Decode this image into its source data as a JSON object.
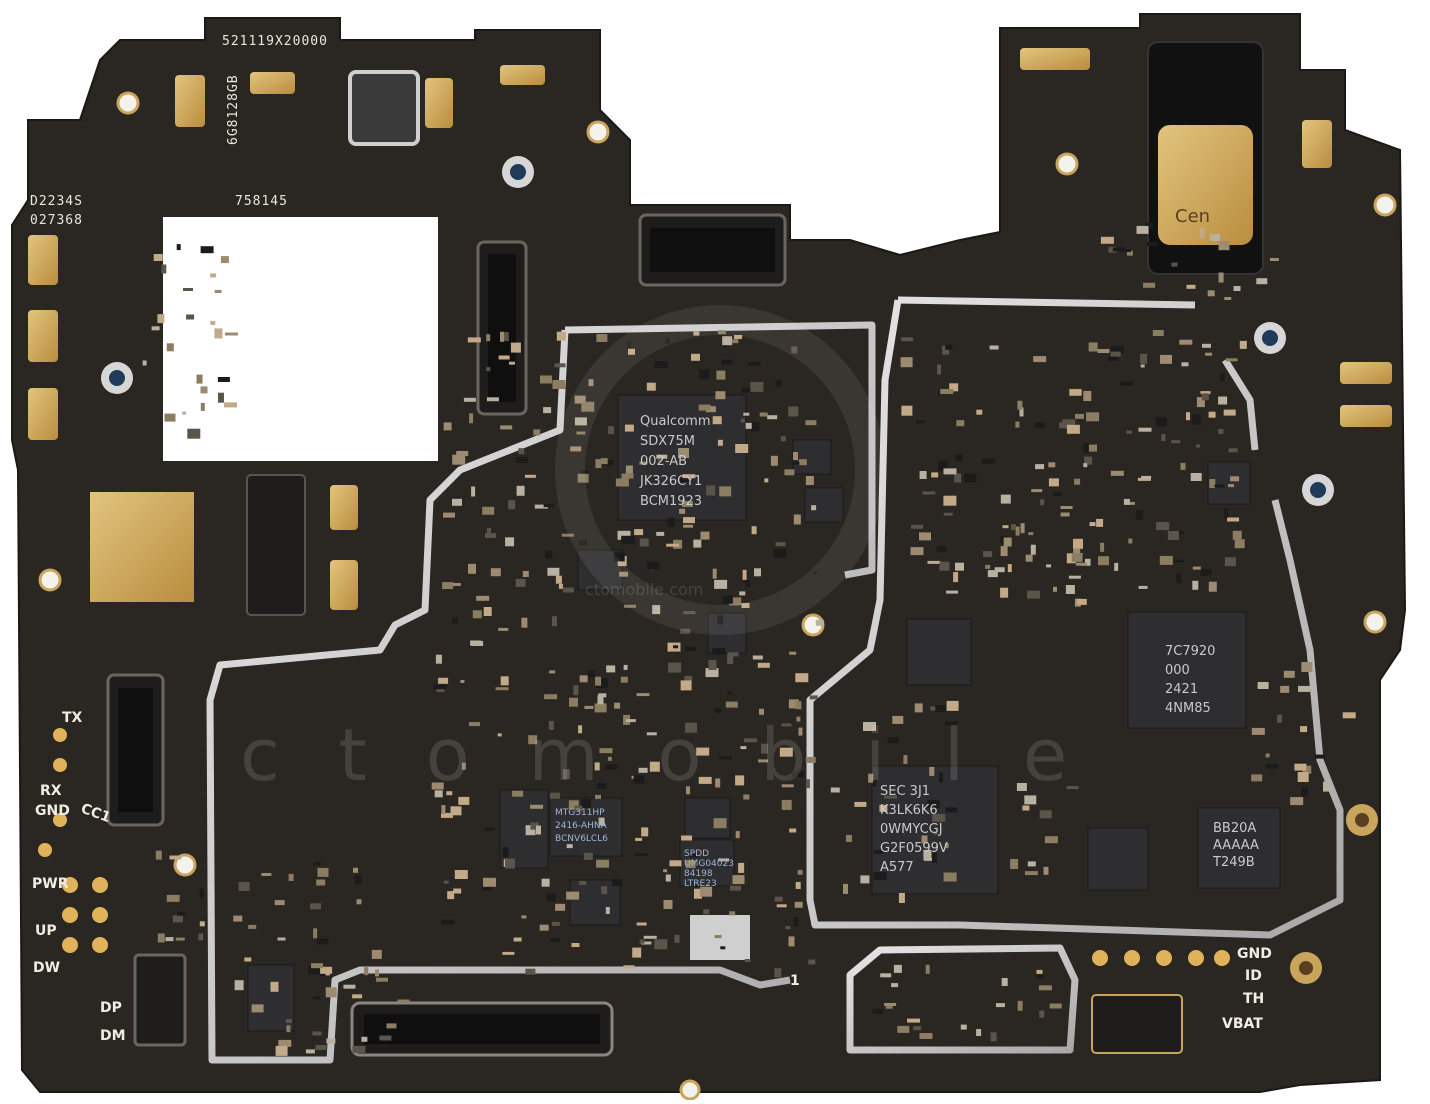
{
  "board": {
    "silkscreen": {
      "top_serial": "521119X20000",
      "side_code": "6G8128GB",
      "left_code_1": "D2234S",
      "left_code_2": "027368",
      "mid_code": "758145",
      "marker_1": "1"
    },
    "pads_left": [
      "TX",
      "RX",
      "GND",
      "CC1",
      "PWR",
      "UP",
      "DW",
      "DP",
      "DM"
    ],
    "pads_right": [
      "GND",
      "ID",
      "TH",
      "VBAT"
    ],
    "chips": {
      "soc": [
        "Qualcomm",
        "SDX75M",
        "002-AB",
        "JK326CY1",
        "BCM1923"
      ],
      "pmic": [
        "7C7920",
        "000",
        "2421",
        "4NM85"
      ],
      "memory": [
        "SEC 3J1",
        "K3LK6K6",
        "0WMYCGJ",
        "G2F0599V",
        "A577"
      ],
      "rf": [
        "BB20A",
        "AAAAA",
        "T249B"
      ],
      "small_1": [
        "MTG311HP",
        "2416-AHNA",
        "BCNV6LCL6"
      ],
      "small_2": [
        "SPDD",
        "UMG04023",
        "84198",
        "LTRE23"
      ]
    },
    "ear_label": "Cen",
    "watermark_small": "ctomobile.com",
    "watermark_large": "c t o m o b i l e"
  },
  "colors": {
    "pcb": "#2a2621",
    "gold": "#c9a45c",
    "shield": "#c8c8c8",
    "chip": "#2e2e30"
  }
}
